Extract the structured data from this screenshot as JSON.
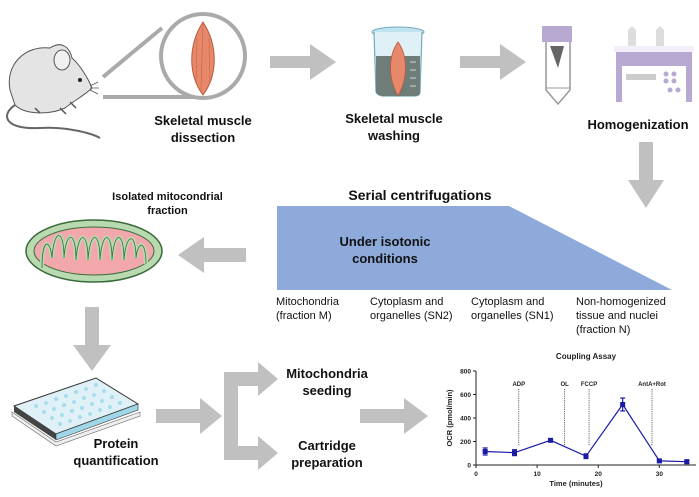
{
  "colors": {
    "arrow": "#c0c0c0",
    "trapezoid": "#8eaadb",
    "series": "#1a1aa6",
    "muscle": "#e8886a",
    "mito_outer": "#b9d9b0",
    "mito_inner": "#f2a7ad",
    "homogenizer": "#b7a9d1"
  },
  "steps": {
    "dissection": "Skeletal muscle\ndissection",
    "washing": "Skeletal muscle\nwashing",
    "homogenization": "Homogenization",
    "isolated": "Isolated mitocondrial\nfraction",
    "protein": "Protein\nquantification",
    "seeding": "Mitochondria\nseeding",
    "cartridge": "Cartridge\npreparation"
  },
  "centrifugation": {
    "title": "Serial centrifugations",
    "condition": "Under isotonic\nconditions",
    "fractions": [
      "Mitochondria\n(fraction M)",
      "Cytoplasm and\norganelles (SN2)",
      "Cytoplasm and\norganelles (SN1)",
      "Non-homogenized\ntissue and nuclei\n(fraction N)"
    ]
  },
  "chart_data": {
    "type": "line",
    "title": "Coupling Assay",
    "xlabel": "Time (minutes)",
    "ylabel": "OCR (pmol/min)",
    "xlim": [
      0,
      36
    ],
    "ylim": [
      0,
      800
    ],
    "xticks": [
      0,
      10,
      20,
      30
    ],
    "yticks": [
      0,
      200,
      400,
      600,
      800
    ],
    "grid": false,
    "series": [
      {
        "name": "OCR",
        "x": [
          1.5,
          6.3,
          12.2,
          18.0,
          24.0,
          30.0,
          34.5
        ],
        "values": [
          115,
          105,
          210,
          75,
          515,
          35,
          28
        ],
        "error": [
          30,
          25,
          5,
          20,
          55,
          10,
          15
        ]
      }
    ],
    "annotations": [
      {
        "label": "ADP",
        "x": 7.0
      },
      {
        "label": "OL",
        "x": 14.5
      },
      {
        "label": "FCCP",
        "x": 18.5
      },
      {
        "label": "AntA+Rot",
        "x": 28.8
      }
    ]
  }
}
